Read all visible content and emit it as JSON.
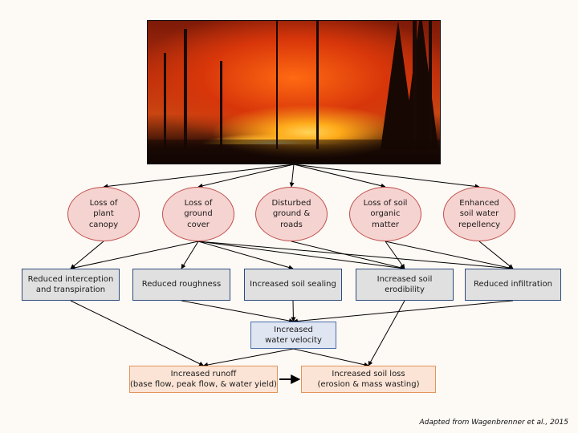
{
  "diagram": {
    "photo": {
      "description": "wildfire burning in conifer forest",
      "icon": "wildfire-photo"
    },
    "causes": [
      {
        "id": "c1",
        "label": "Loss of\nplant\ncanopy"
      },
      {
        "id": "c2",
        "label": "Loss of\nground\ncover"
      },
      {
        "id": "c3",
        "label": "Disturbed\nground &\nroads"
      },
      {
        "id": "c4",
        "label": "Loss of soil\norganic\nmatter"
      },
      {
        "id": "c5",
        "label": "Enhanced\nsoil water\nrepellency"
      }
    ],
    "effects": [
      {
        "id": "e1",
        "label": "Reduced interception\nand transpiration"
      },
      {
        "id": "e2",
        "label": "Reduced roughness"
      },
      {
        "id": "e3",
        "label": "Increased soil sealing"
      },
      {
        "id": "e4",
        "label": "Increased soil\nerodibility"
      },
      {
        "id": "e5",
        "label": "Reduced infiltration"
      }
    ],
    "intermediate": {
      "id": "v",
      "label": "Increased\nwater velocity"
    },
    "outcomes": [
      {
        "id": "o1",
        "label": "Increased runoff\n(base flow, peak flow, & water yield)"
      },
      {
        "id": "o2",
        "label": "Increased soil loss\n(erosion & mass wasting)"
      }
    ],
    "edges": [
      [
        "photo",
        "c1"
      ],
      [
        "photo",
        "c2"
      ],
      [
        "photo",
        "c3"
      ],
      [
        "photo",
        "c4"
      ],
      [
        "photo",
        "c5"
      ],
      [
        "c1",
        "e1"
      ],
      [
        "c2",
        "e1"
      ],
      [
        "c2",
        "e2"
      ],
      [
        "c2",
        "e3"
      ],
      [
        "c2",
        "e4"
      ],
      [
        "c2",
        "e5"
      ],
      [
        "c3",
        "e4"
      ],
      [
        "c4",
        "e4"
      ],
      [
        "c4",
        "e5"
      ],
      [
        "c5",
        "e5"
      ],
      [
        "e1",
        "o1"
      ],
      [
        "e2",
        "v"
      ],
      [
        "e3",
        "v"
      ],
      [
        "e5",
        "v"
      ],
      [
        "e4",
        "o2"
      ],
      [
        "v",
        "o1"
      ],
      [
        "v",
        "o2"
      ],
      [
        "o1",
        "o2"
      ]
    ],
    "colors": {
      "cause_fill": "#f5d3d0",
      "cause_border": "#c0504d",
      "effect_fill": "#e0e0e0",
      "effect_border": "#2f4b7c",
      "velocity_fill": "#dfe5f1",
      "velocity_border": "#4a6fa8",
      "outcome_fill": "#fbe4d5",
      "outcome_border": "#e2945a",
      "background": "#fdf9f5"
    }
  },
  "credit": "Adapted from Wagenbrenner et al., 2015"
}
